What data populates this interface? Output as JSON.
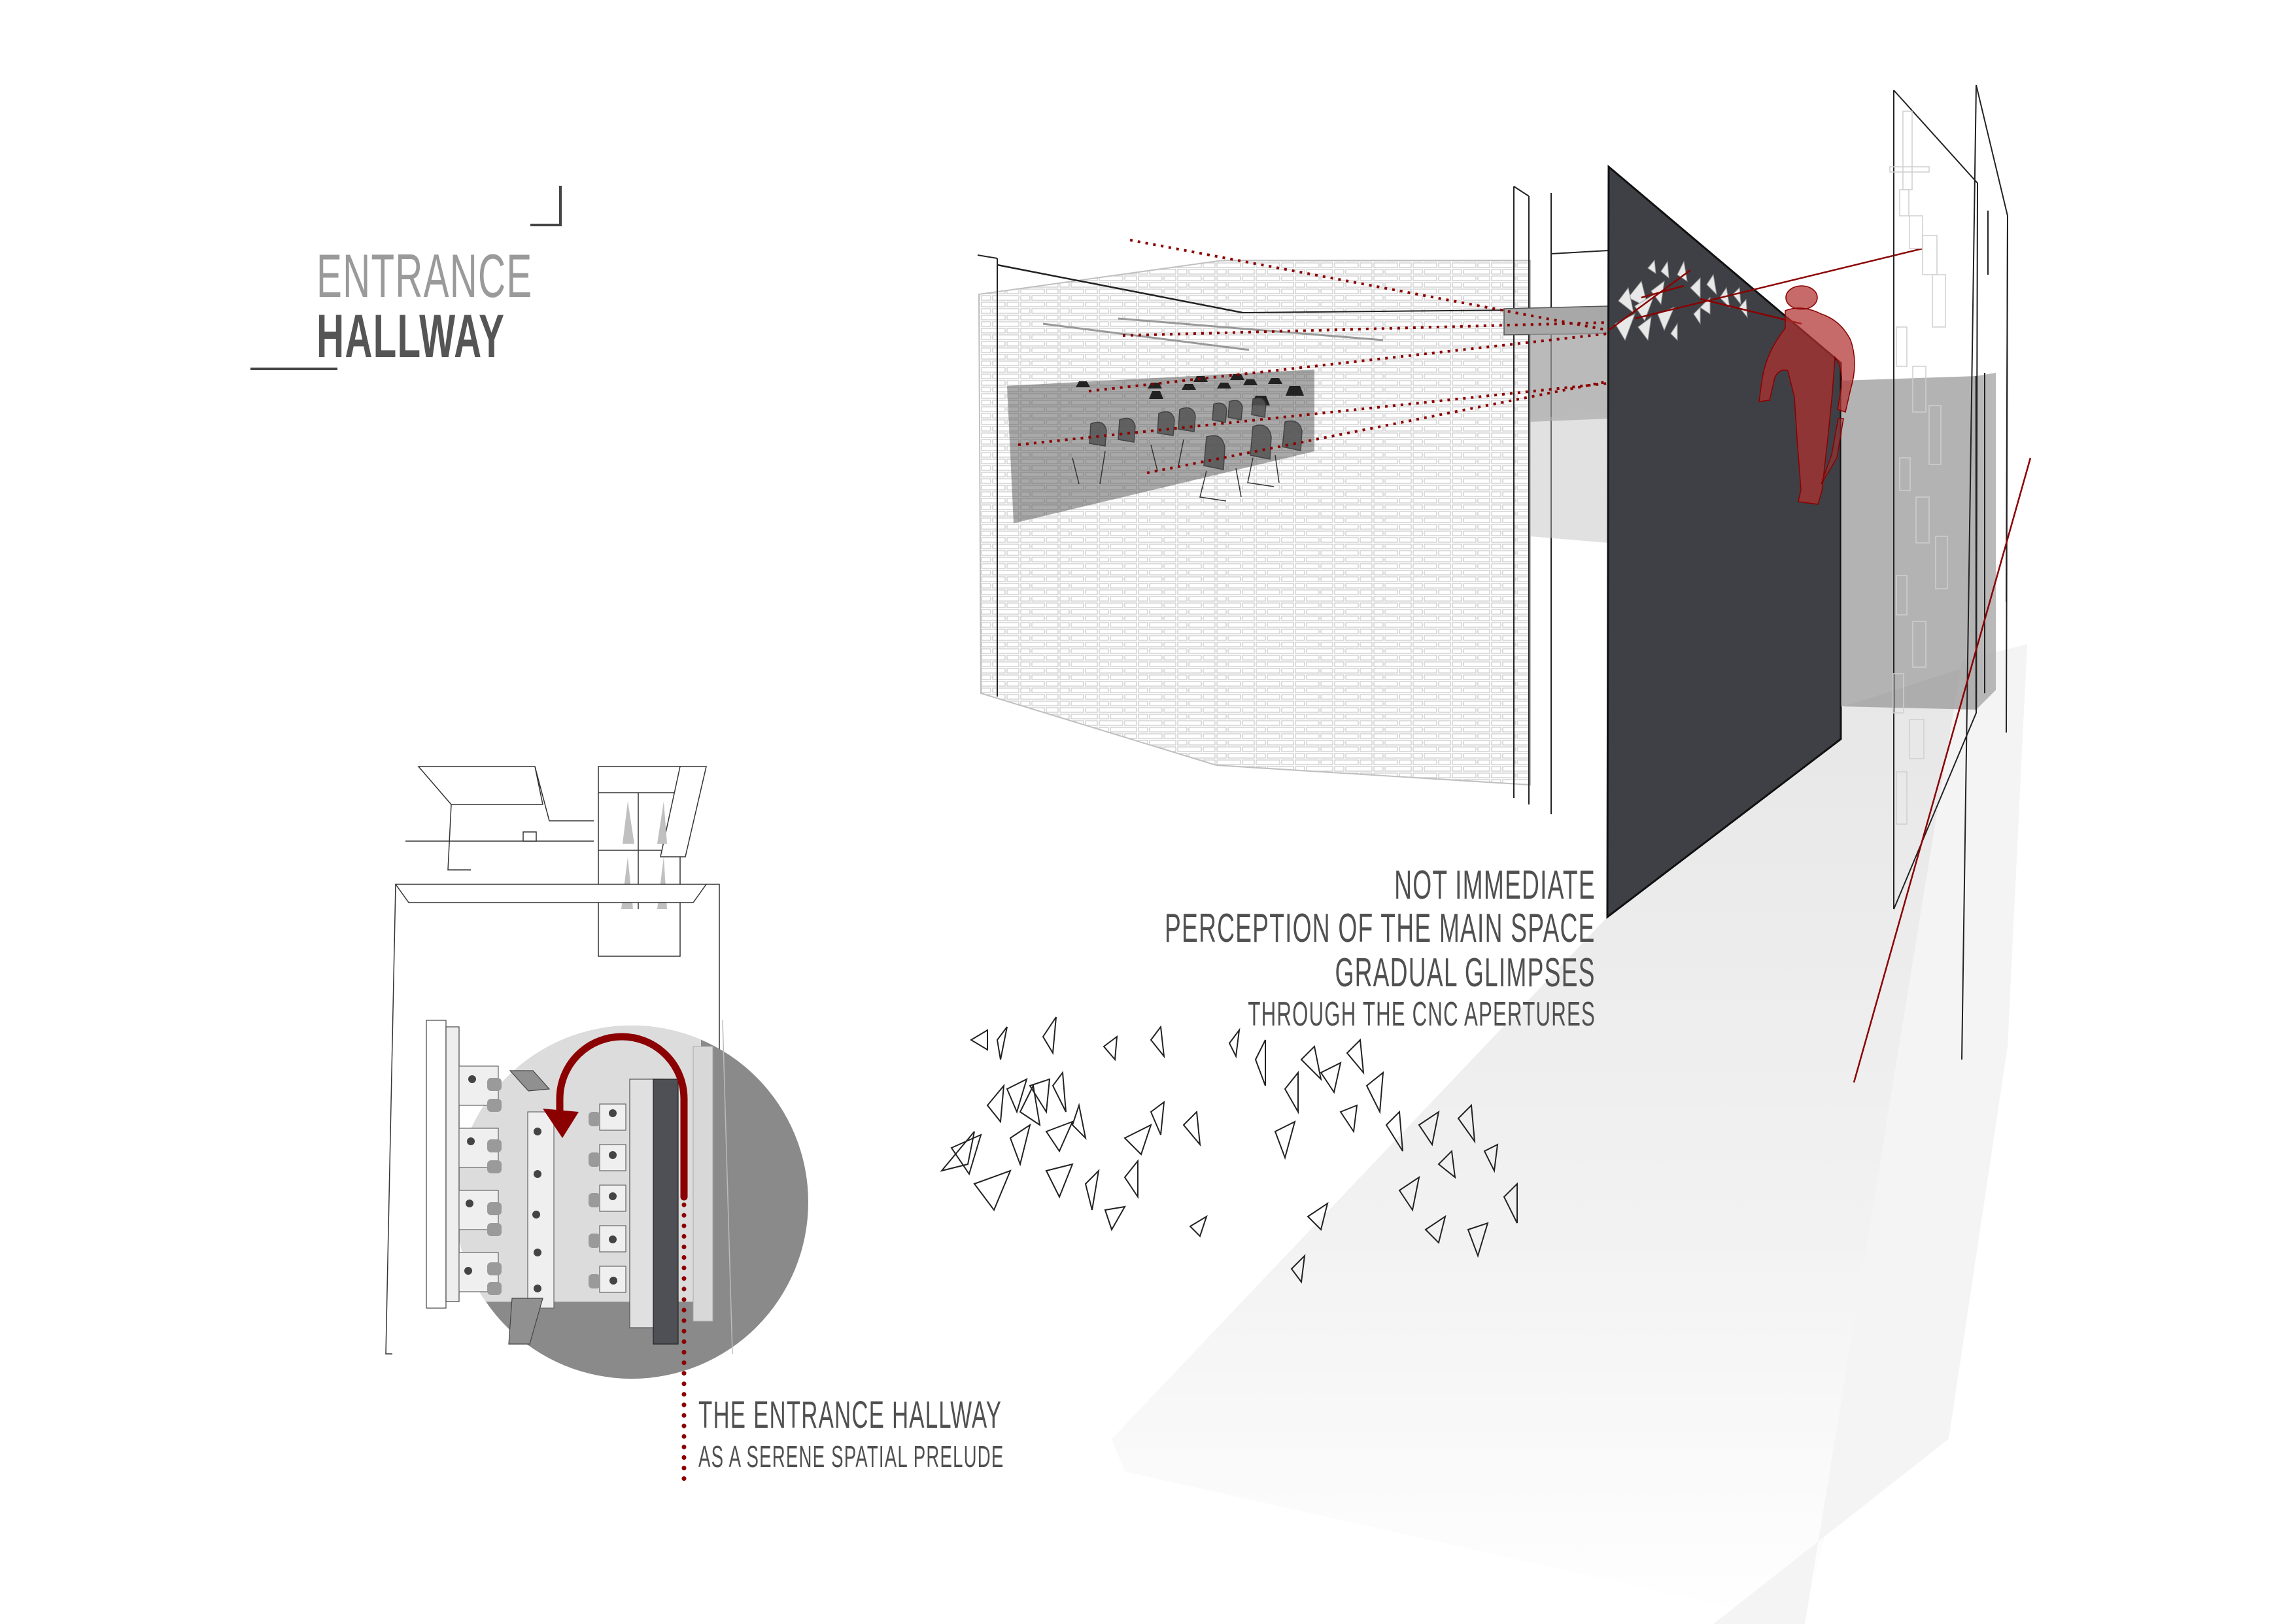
{
  "title": {
    "line1": "ENTRANCE",
    "line2": "HALLWAY"
  },
  "perspective_caption": {
    "lines": [
      "NOT IMMEDIATE",
      "PERCEPTION OF THE MAIN SPACE",
      "GRADUAL GLIMPSES",
      "THROUGH THE CNC APERTURES"
    ]
  },
  "plan_caption": {
    "line1": "THE ENTRANCE HALLWAY",
    "line2": "AS A SERENE SPATIAL PRELUDE"
  },
  "colors": {
    "accent_red": "#8b0000",
    "cnc_wall": "#3f4045",
    "title_light": "#9a9a9a",
    "title_dark": "#555555",
    "text": "#505050",
    "floor": "#ececec",
    "plan_circle_light": "#dcdcdc",
    "plan_circle_dark": "#8a8a8a",
    "figure_red": "#b03030"
  },
  "drawings": {
    "perspective": "entrance-hallway-perspective",
    "plan": "axonometric-plan-with-circulation-arrow",
    "pattern": "cnc-aperture-triangular-pattern"
  }
}
